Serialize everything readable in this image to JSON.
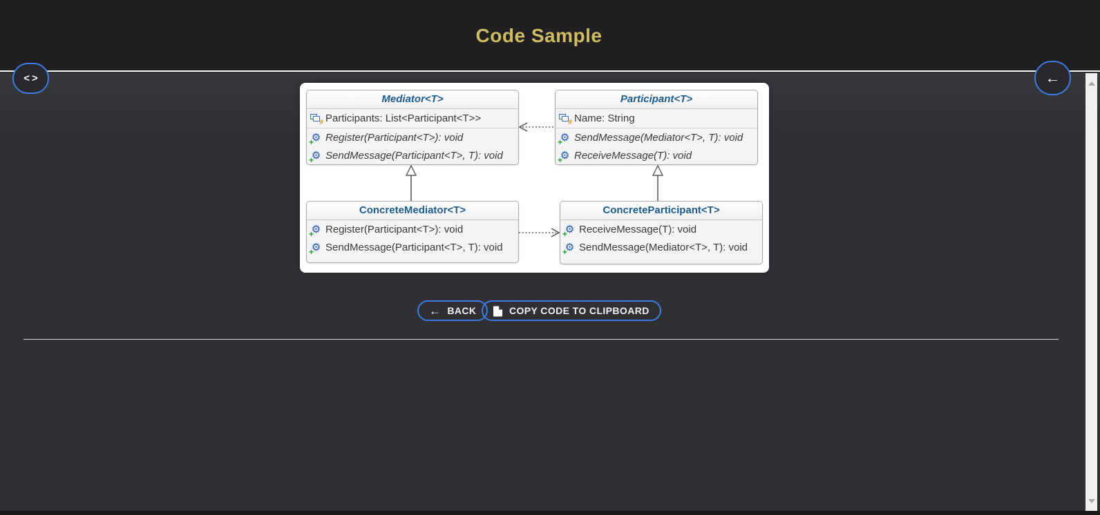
{
  "header": {
    "title": "Code Sample"
  },
  "nav": {
    "code_toggle_icon": "<>",
    "back_circle_icon": "←"
  },
  "diagram": {
    "classes": [
      {
        "name": "Mediator<T>",
        "abstract": true,
        "fields": [
          {
            "label": "Participants: List<Participant<T>>"
          }
        ],
        "methods": [
          {
            "label": "Register(Participant<T>): void",
            "abstract": true
          },
          {
            "label": "SendMessage(Participant<T>, T): void",
            "abstract": true
          }
        ]
      },
      {
        "name": "Participant<T>",
        "abstract": true,
        "fields": [
          {
            "label": "Name: String"
          }
        ],
        "methods": [
          {
            "label": "SendMessage(Mediator<T>, T): void",
            "abstract": true
          },
          {
            "label": "ReceiveMessage(T): void",
            "abstract": true
          }
        ]
      },
      {
        "name": "ConcreteMediator<T>",
        "abstract": false,
        "fields": [],
        "methods": [
          {
            "label": "Register(Participant<T>): void",
            "abstract": false
          },
          {
            "label": "SendMessage(Participant<T>, T): void",
            "abstract": false
          }
        ]
      },
      {
        "name": "ConcreteParticipant<T>",
        "abstract": false,
        "fields": [],
        "methods": [
          {
            "label": "ReceiveMessage(T): void",
            "abstract": false
          },
          {
            "label": "SendMessage(Mediator<T>, T): void",
            "abstract": false
          }
        ]
      }
    ],
    "relations": [
      {
        "type": "inheritance",
        "from": "ConcreteMediator<T>",
        "to": "Mediator<T>"
      },
      {
        "type": "inheritance",
        "from": "ConcreteParticipant<T>",
        "to": "Participant<T>"
      },
      {
        "type": "dotted-dependency",
        "from": "Participant<T>",
        "to": "Mediator<T>"
      },
      {
        "type": "dotted-dependency",
        "from": "ConcreteMediator<T>",
        "to": "ConcreteParticipant<T>"
      }
    ],
    "field_icon": "field-icon",
    "method_icon": "gear-plus-icon"
  },
  "actions": {
    "back_label": "BACK",
    "back_icon": "←",
    "copy_label": "COPY CODE TO CLIPBOARD",
    "copy_icon": "document-icon"
  },
  "colors": {
    "accent_blue": "#3c7be0",
    "title_gold": "#cfbc64",
    "class_title_navy": "#1d5c8c",
    "header_bg": "#202023",
    "main_bg": "#2f3033",
    "canvas_bg": "#ffffff",
    "scrollbar_track": "#f0f0f0"
  }
}
